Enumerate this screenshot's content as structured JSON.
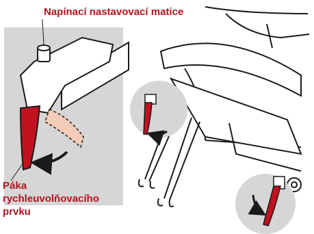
{
  "labels": {
    "adjusting_nut": "Napínací nastavovací matice",
    "release_lever": [
      "Páka",
      "rychleuvolňovacího",
      "prvku"
    ]
  },
  "colors": {
    "label_red": "#b0141e",
    "lever_red": "#c1121f",
    "ghost_lever": "#f3cbb6",
    "panel_gray": "#d6d6d6",
    "outline": "#1a1a1a"
  },
  "icons": [
    "curved-arrow-icon",
    "quick-release-lever-icon",
    "tension-nut-icon"
  ]
}
